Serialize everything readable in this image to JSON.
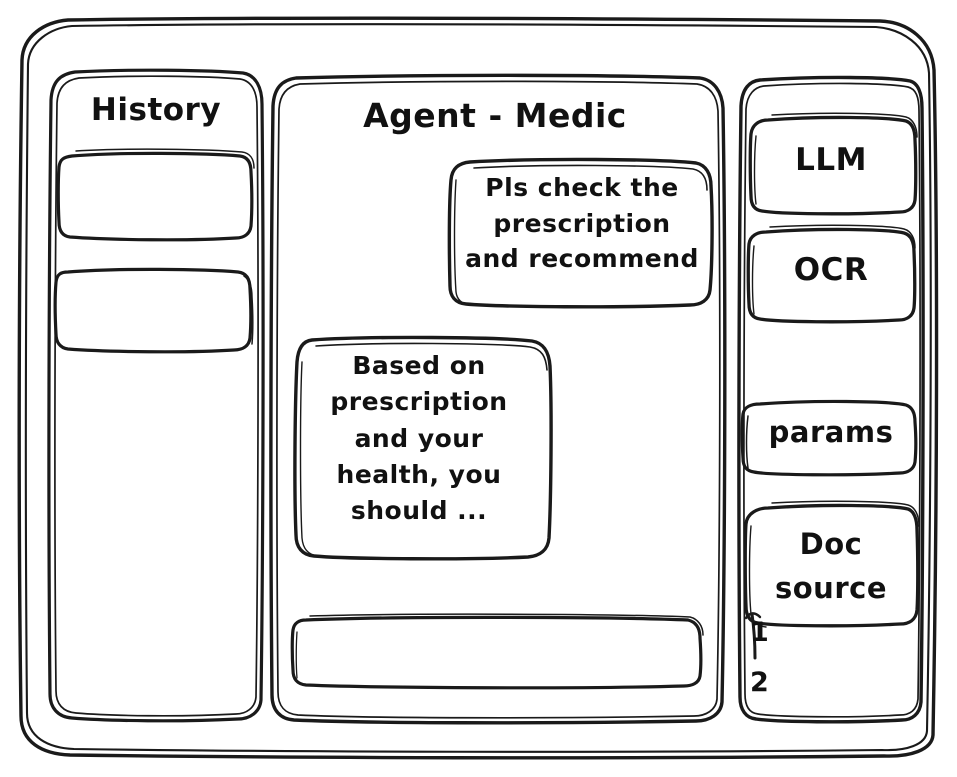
{
  "window": {
    "name": "hand-drawn-wireframe-window"
  },
  "sidebar_left": {
    "title": "History",
    "items": [
      {
        "label": ""
      },
      {
        "label": ""
      }
    ]
  },
  "main": {
    "title": "Agent - Medic",
    "messages": [
      {
        "role": "user",
        "text": "Pls check the\nprescription\nand recommend"
      },
      {
        "role": "assistant",
        "text": "Based on\nprescription\nand your\nhealth, you\nshould ..."
      }
    ],
    "composer": {
      "value": "",
      "placeholder": ""
    }
  },
  "sidebar_right": {
    "tools": [
      {
        "label": "LLM"
      },
      {
        "label": "OCR"
      },
      {
        "label": "params"
      }
    ],
    "doc_source": {
      "label": "Doc\nsource",
      "items": [
        {
          "label": "1"
        },
        {
          "label": "2"
        }
      ]
    }
  },
  "style": {
    "ink": "#1a1a1a",
    "paper": "#ffffff"
  }
}
